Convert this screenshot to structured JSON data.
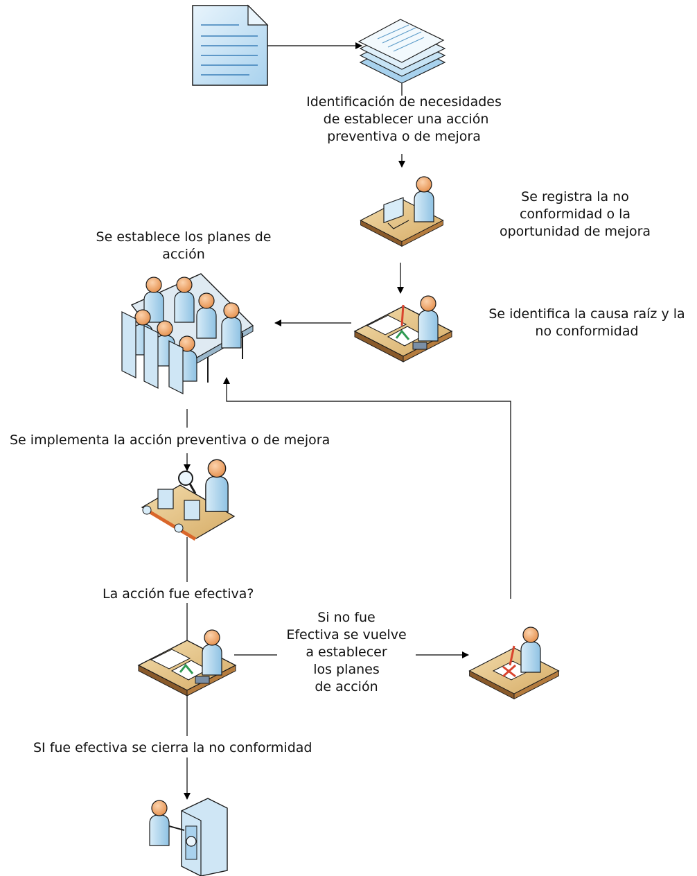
{
  "labels": {
    "identificacion": "Identificación de necesidades\n de establecer una acción\npreventiva o de mejora",
    "registra": "Se registra la no\nconformidad o la\noportunidad de mejora",
    "planes": "Se establece los planes de\nacción",
    "causa": "Se identifica la causa raíz y la\nno conformidad",
    "implementa": "Se implementa la acción preventiva o de mejora",
    "efectiva_q": "La acción fue efectiva?",
    "no_efectiva": "Si no fue\nEfectiva se vuelve\na establecer\nlos planes\nde acción",
    "si_efectiva": "SI fue efectiva se cierra la no conformidad"
  },
  "icons": {
    "document": "document-icon",
    "stacked_documents": "stacked-documents-icon",
    "computer_user": "computer-user-icon",
    "analyst_desk": "analyst-desk-icon",
    "meeting": "meeting-table-icon",
    "inspector": "inspection-conveyor-icon",
    "review_desk": "review-desk-icon",
    "rejected_desk": "rejected-desk-icon",
    "safe": "safe-icon"
  },
  "colors": {
    "line": "#000000",
    "person": "#b9dbef",
    "head": "#f4b07c",
    "desk": "#e9c98c",
    "document": "#c9e4f6",
    "check": "#2f9a52",
    "cross": "#d9442e"
  }
}
